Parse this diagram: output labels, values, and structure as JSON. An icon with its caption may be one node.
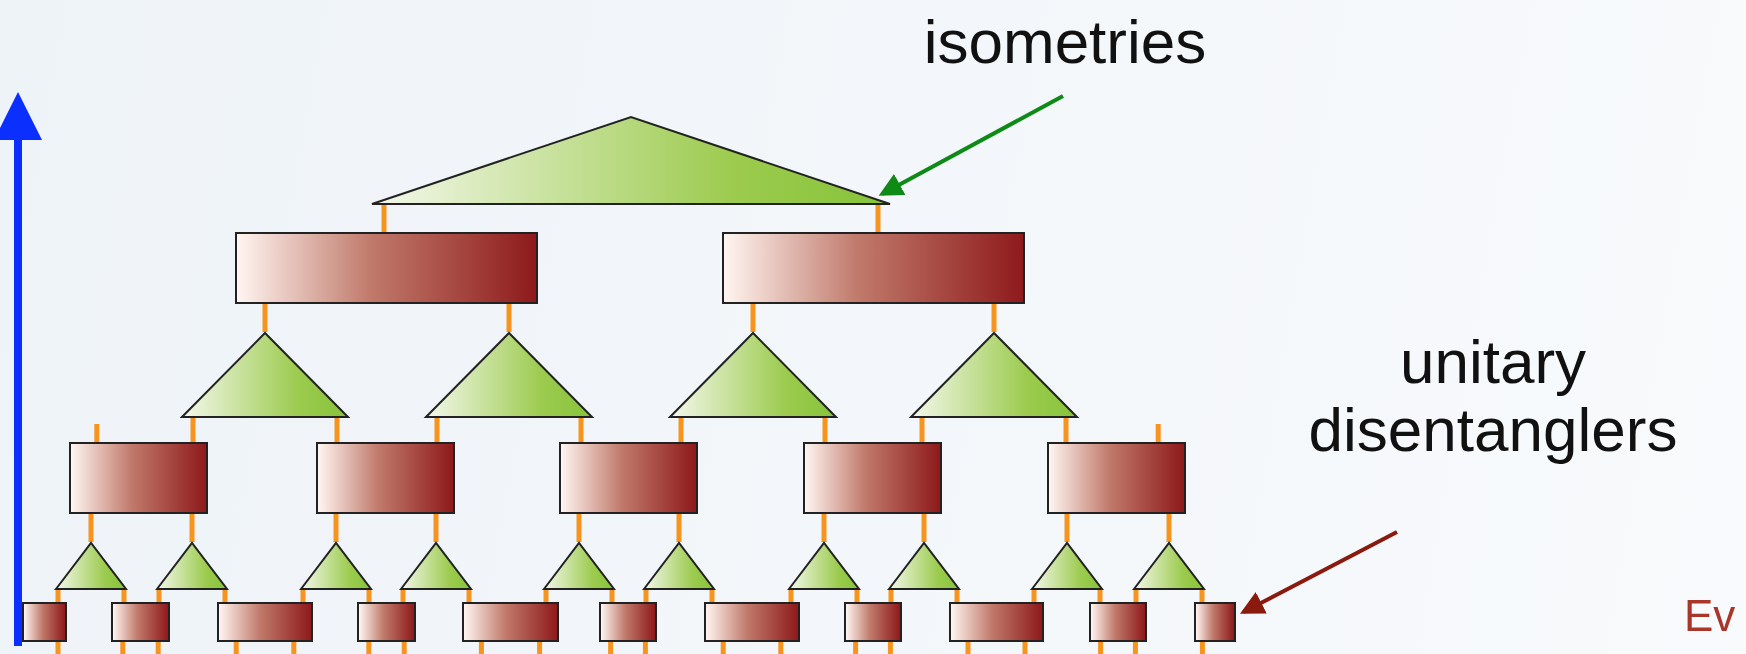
{
  "diagram": {
    "nodes": [
      {
        "text": [
          "isometries"
        ]
      },
      {
        "text": [
          "unitary disentanglers"
        ]
      },
      {
        "text": [],
        "shape": "triangle"
      },
      {
        "text": [],
        "shape": "box"
      },
      {
        "text": [],
        "shape": "box"
      },
      {
        "text": [],
        "shape": "triangle"
      },
      {
        "text": [],
        "shape": "triangle"
      },
      {
        "text": [],
        "shape": "triangle"
      },
      {
        "text": [],
        "shape": "triangle"
      },
      {
        "text": [],
        "shape": "box"
      },
      {
        "text": [],
        "shape": "box"
      },
      {
        "text": [],
        "shape": "box"
      },
      {
        "text": [],
        "shape": "box"
      },
      {
        "text": [],
        "shape": "box"
      },
      {
        "text": [],
        "shape": "triangle"
      },
      {
        "text": [],
        "shape": "triangle"
      },
      {
        "text": [],
        "shape": "triangle"
      },
      {
        "text": [],
        "shape": "triangle"
      },
      {
        "text": [],
        "shape": "triangle"
      },
      {
        "text": [],
        "shape": "triangle"
      },
      {
        "text": [],
        "shape": "triangle"
      },
      {
        "text": [],
        "shape": "triangle"
      },
      {
        "text": [],
        "shape": "triangle"
      },
      {
        "text": [],
        "shape": "triangle"
      },
      {
        "text": [],
        "shape": "box"
      },
      {
        "text": [],
        "shape": "box"
      },
      {
        "text": [],
        "shape": "box"
      },
      {
        "text": [],
        "shape": "box"
      },
      {
        "text": [],
        "shape": "box"
      },
      {
        "text": [],
        "shape": "box"
      },
      {
        "text": [],
        "shape": "box"
      },
      {
        "text": [],
        "shape": "box"
      },
      {
        "text": [],
        "shape": "box"
      },
      {
        "text": [],
        "shape": "box"
      },
      {
        "text": [],
        "shape": "box"
      }
    ],
    "edges": [
      {
        "from": 0,
        "to": 2,
        "arrow": "to",
        "color": "#0f8a16"
      },
      {
        "from": 1,
        "to": 34,
        "arrow": "to",
        "color": "#8b1a0e"
      },
      {
        "from": 2,
        "to": 3,
        "arrow": "none"
      },
      {
        "from": 2,
        "to": 4,
        "arrow": "none"
      },
      {
        "from": 3,
        "to": 5,
        "arrow": "none"
      },
      {
        "from": 3,
        "to": 6,
        "arrow": "none"
      },
      {
        "from": 4,
        "to": 7,
        "arrow": "none"
      },
      {
        "from": 4,
        "to": 8,
        "arrow": "none"
      },
      {
        "from": null,
        "to": 9,
        "arrow": "none"
      },
      {
        "from": 5,
        "to": 9,
        "arrow": "none"
      },
      {
        "from": 5,
        "to": 10,
        "arrow": "none"
      },
      {
        "from": 6,
        "to": 10,
        "arrow": "none"
      },
      {
        "from": 6,
        "to": 11,
        "arrow": "none"
      },
      {
        "from": 7,
        "to": 11,
        "arrow": "none"
      },
      {
        "from": 7,
        "to": 12,
        "arrow": "none"
      },
      {
        "from": 8,
        "to": 12,
        "arrow": "none"
      },
      {
        "from": 8,
        "to": 13,
        "arrow": "none"
      },
      {
        "from": null,
        "to": 13,
        "arrow": "none"
      },
      {
        "from": 9,
        "to": 14,
        "arrow": "none"
      },
      {
        "from": 9,
        "to": 15,
        "arrow": "none"
      },
      {
        "from": 10,
        "to": 16,
        "arrow": "none"
      },
      {
        "from": 10,
        "to": 17,
        "arrow": "none"
      },
      {
        "from": 11,
        "to": 18,
        "arrow": "none"
      },
      {
        "from": 11,
        "to": 19,
        "arrow": "none"
      },
      {
        "from": 12,
        "to": 20,
        "arrow": "none"
      },
      {
        "from": 12,
        "to": 21,
        "arrow": "none"
      },
      {
        "from": 13,
        "to": 22,
        "arrow": "none"
      },
      {
        "from": 13,
        "to": 23,
        "arrow": "none"
      },
      {
        "from": 14,
        "to": 24,
        "arrow": "none"
      },
      {
        "from": 14,
        "to": 25,
        "arrow": "none"
      },
      {
        "from": 15,
        "to": 25,
        "arrow": "none"
      },
      {
        "from": 15,
        "to": 26,
        "arrow": "none"
      },
      {
        "from": 16,
        "to": 26,
        "arrow": "none"
      },
      {
        "from": 16,
        "to": 27,
        "arrow": "none"
      },
      {
        "from": 17,
        "to": 27,
        "arrow": "none"
      },
      {
        "from": 17,
        "to": 28,
        "arrow": "none"
      },
      {
        "from": 18,
        "to": 28,
        "arrow": "none"
      },
      {
        "from": 18,
        "to": 29,
        "arrow": "none"
      },
      {
        "from": 19,
        "to": 29,
        "arrow": "none"
      },
      {
        "from": 19,
        "to": 30,
        "arrow": "none"
      },
      {
        "from": 20,
        "to": 30,
        "arrow": "none"
      },
      {
        "from": 20,
        "to": 31,
        "arrow": "none"
      },
      {
        "from": 21,
        "to": 31,
        "arrow": "none"
      },
      {
        "from": 21,
        "to": 32,
        "arrow": "none"
      },
      {
        "from": 22,
        "to": 32,
        "arrow": "none"
      },
      {
        "from": 22,
        "to": 33,
        "arrow": "none"
      },
      {
        "from": 23,
        "to": 33,
        "arrow": "none"
      },
      {
        "from": 23,
        "to": 34,
        "arrow": "none"
      },
      {
        "from": 24,
        "to": null,
        "arrow": "none"
      },
      {
        "from": 25,
        "to": null,
        "arrow": "none"
      },
      {
        "from": 25,
        "to": null,
        "arrow": "none"
      },
      {
        "from": 26,
        "to": null,
        "arrow": "none"
      },
      {
        "from": 26,
        "to": null,
        "arrow": "none"
      },
      {
        "from": 27,
        "to": null,
        "arrow": "none"
      },
      {
        "from": 27,
        "to": null,
        "arrow": "none"
      },
      {
        "from": 28,
        "to": null,
        "arrow": "none"
      },
      {
        "from": 28,
        "to": null,
        "arrow": "none"
      },
      {
        "from": 29,
        "to": null,
        "arrow": "none"
      },
      {
        "from": 29,
        "to": null,
        "arrow": "none"
      },
      {
        "from": 30,
        "to": null,
        "arrow": "none"
      },
      {
        "from": 30,
        "to": null,
        "arrow": "none"
      },
      {
        "from": 31,
        "to": null,
        "arrow": "none"
      },
      {
        "from": 31,
        "to": null,
        "arrow": "none"
      },
      {
        "from": 32,
        "to": null,
        "arrow": "none"
      },
      {
        "from": 32,
        "to": null,
        "arrow": "none"
      },
      {
        "from": 33,
        "to": null,
        "arrow": "none"
      },
      {
        "from": 33,
        "to": null,
        "arrow": "none"
      },
      {
        "from": 34,
        "to": null,
        "arrow": "none"
      }
    ],
    "labels": [
      "Ev"
    ]
  }
}
